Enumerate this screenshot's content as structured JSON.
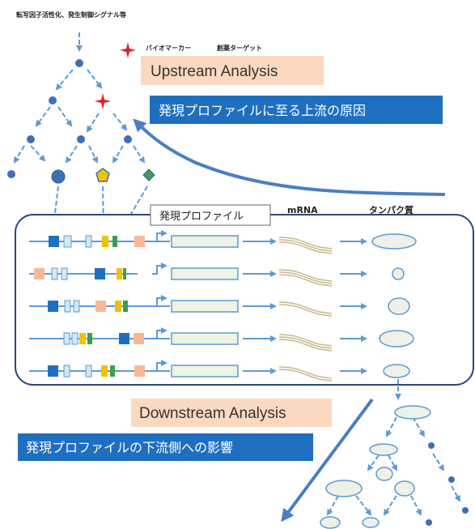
{
  "top_caption": "転写因子活性化、発生制御シグナル等",
  "biomarker_label": "バイオマーカー",
  "drug_target_label": "創薬ターゲット",
  "upstream_box": "Upstream Analysis",
  "upstream_desc": "発現プロファイルに至る上流の原因",
  "profile_label": "発現プロファイル",
  "mrna_label": "mRNA",
  "protein_label": "タンパク質",
  "downstream_box": "Downstream Analysis",
  "downstream_desc": "発現プロファイルの下流側への影響",
  "colors": {
    "blue_box": "#1f6fc0",
    "peach_box": "#fbd9c1",
    "arrow_blue": "#5b9bd5",
    "node_blue": "#3f6fb5",
    "gene_box": "#eef3e4",
    "protein_fill": "#eef1e8",
    "star_red": "#e0202a"
  }
}
